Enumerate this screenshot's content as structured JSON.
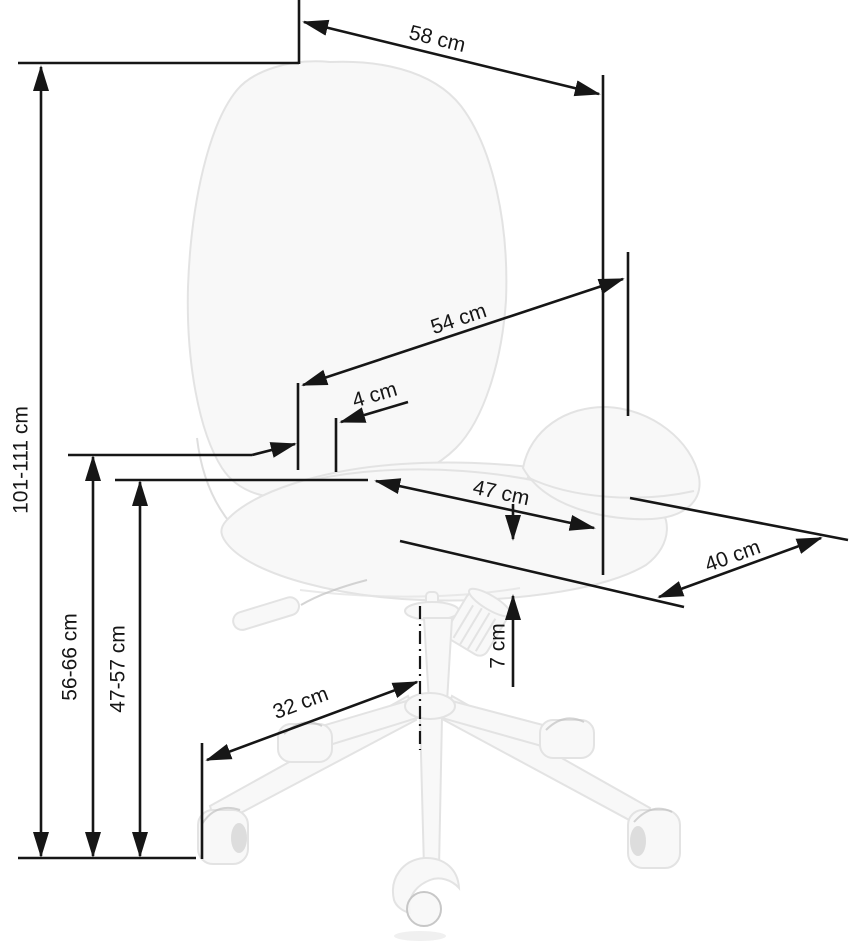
{
  "diagram": {
    "subject": "office-swivel-chair-dimensions",
    "unit": "cm",
    "dimensions": {
      "backrest_width": {
        "label": "58 cm"
      },
      "overall_height": {
        "label": "101-111 cm"
      },
      "backrest_height": {
        "label": "54 cm"
      },
      "backrest_seat_gap": {
        "label": "4 cm"
      },
      "seat_width": {
        "label": "47 cm"
      },
      "seat_depth": {
        "label": "40 cm"
      },
      "seat_thickness": {
        "label": "7 cm"
      },
      "seat_rear_height": {
        "label": "56-66 cm"
      },
      "seat_front_height": {
        "label": "47-57 cm"
      },
      "base_leg_reach": {
        "label": "32 cm"
      }
    },
    "colors": {
      "dimension_line": "#161616",
      "chair_outline": "#e3e3e3",
      "chair_fill": "#f8f8f8",
      "chair_accent": "#c2c2c2",
      "background": "#ffffff"
    }
  }
}
